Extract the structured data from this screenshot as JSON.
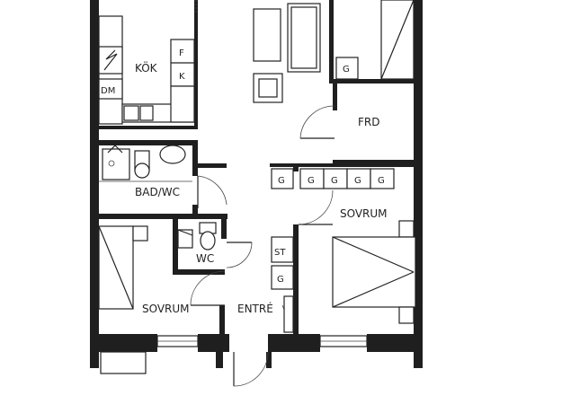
{
  "rooms": {
    "kok": "KÖK",
    "frd": "FRD",
    "bad_wc": "BAD/WC",
    "wc": "WC",
    "sovrum_right": "SOVRUM",
    "sovrum_left": "SOVRUM",
    "entre": "ENTRÉ"
  },
  "fixtures": {
    "f": "F",
    "k": "K",
    "dm": "DM",
    "g": "G",
    "st": "ST"
  }
}
